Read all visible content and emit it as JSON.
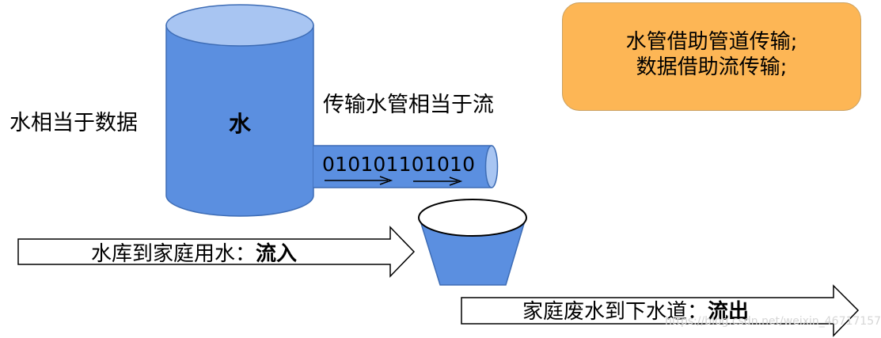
{
  "labels": {
    "water_is_data": "水相当于数据",
    "pipe_is_stream": "传输水管相当于流",
    "tank_text": "水",
    "binary": "010101101010"
  },
  "inflow": {
    "text": "水库到家庭用水：",
    "bold": "流入"
  },
  "outflow": {
    "text": "家庭废水到下水道：",
    "bold": "流出"
  },
  "note": {
    "line1": "水管借助管道传输;",
    "line2": "数据借助流传输;"
  },
  "watermark": "https://blog.csdn.net/weixin_46717157",
  "colors": {
    "water": "#5b8fe0",
    "water_top": "#a8c5f2",
    "note_bg": "#fdb655"
  }
}
